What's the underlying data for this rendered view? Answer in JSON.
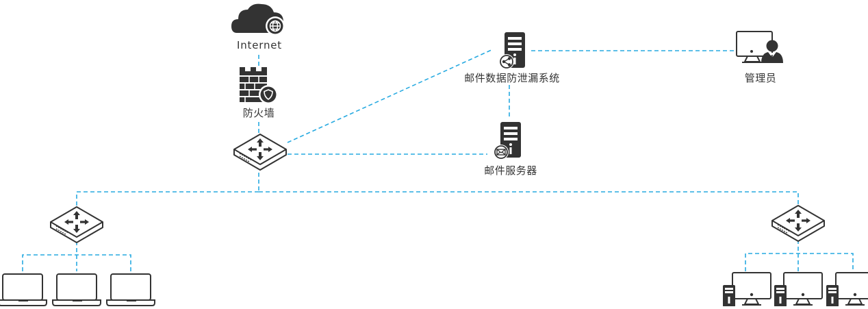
{
  "colors": {
    "link": "#27aae1",
    "icon": "#333333",
    "background": "#ffffff"
  },
  "nodes": {
    "internet": {
      "label": "Internet",
      "icon": "cloud-globe-icon"
    },
    "firewall": {
      "label": "防火墙",
      "icon": "firewall-shield-icon"
    },
    "core_switch": {
      "label": "",
      "icon": "switch-icon"
    },
    "dlp": {
      "label": "邮件数据防泄漏系统",
      "icon": "server-share-icon"
    },
    "mail_server": {
      "label": "邮件服务器",
      "icon": "server-mail-icon"
    },
    "admin": {
      "label": "管理员",
      "icon": "admin-monitor-icon"
    },
    "left_switch": {
      "label": "",
      "icon": "switch-icon"
    },
    "right_switch": {
      "label": "",
      "icon": "switch-icon"
    },
    "laptops": {
      "count": 3,
      "icon": "laptop-icon"
    },
    "desktops": {
      "count": 3,
      "icon": "desktop-pc-icon"
    }
  },
  "links": [
    {
      "from": "internet",
      "to": "firewall",
      "style": "dashed"
    },
    {
      "from": "firewall",
      "to": "core_switch",
      "style": "dashed"
    },
    {
      "from": "core_switch",
      "to": "dlp",
      "style": "dashed"
    },
    {
      "from": "core_switch",
      "to": "mail_server",
      "style": "dashed"
    },
    {
      "from": "dlp",
      "to": "mail_server",
      "style": "dashed"
    },
    {
      "from": "dlp",
      "to": "admin",
      "style": "dashed"
    },
    {
      "from": "core_switch",
      "to": "left_switch",
      "style": "dashed"
    },
    {
      "from": "core_switch",
      "to": "right_switch",
      "style": "dashed"
    },
    {
      "from": "left_switch",
      "to": "laptops",
      "style": "dashed"
    },
    {
      "from": "right_switch",
      "to": "desktops",
      "style": "dashed"
    }
  ]
}
